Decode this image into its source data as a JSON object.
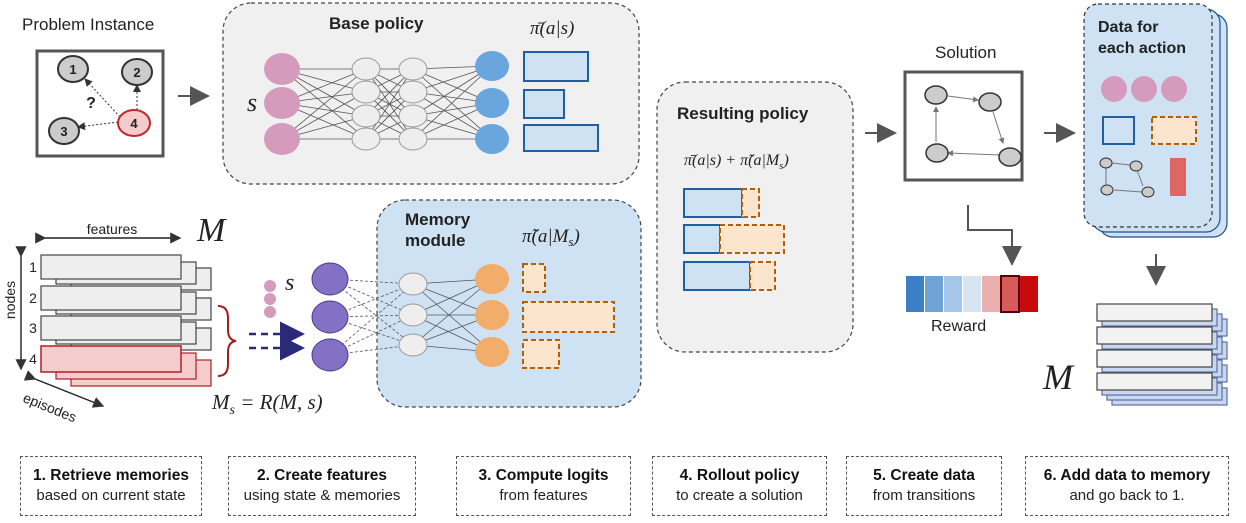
{
  "problem": {
    "title": "Problem Instance",
    "question": "?",
    "nodes": [
      "1",
      "2",
      "3",
      "4"
    ]
  },
  "base_policy": {
    "title": "Base policy",
    "state": "s",
    "formula": "π̄(a|s)"
  },
  "memory_module": {
    "title_line1": "Memory",
    "title_line2": "module",
    "formula": "π̃(a|M",
    "formula_sub": "s",
    "formula_end": ")",
    "state": "s"
  },
  "resulting_policy": {
    "title": "Resulting policy",
    "formula": "π̄(a|s) + π̃(a|M",
    "formula_sub": "s",
    "formula_end": ")"
  },
  "solution": {
    "title": "Solution"
  },
  "reward": {
    "label": "Reward",
    "colors": [
      "#3d7fc4",
      "#6fa3d6",
      "#a5c6e8",
      "#d7e5f3",
      "#eab0b0",
      "#d85b5b",
      "#c80a0a"
    ]
  },
  "data_action": {
    "title_line1": "Data for",
    "title_line2": "each action"
  },
  "memory": {
    "symbol": "M",
    "features": "features",
    "nodes_axis": "nodes",
    "episodes_axis": "episodes",
    "row_numbers": [
      "1",
      "2",
      "3",
      "4"
    ],
    "retrieval_lhs": "M",
    "retrieval_sub": "s",
    "retrieval_rhs": " = R(M, s)"
  },
  "memory_out": {
    "symbol": "M"
  },
  "steps": [
    {
      "title": "1. Retrieve memories",
      "sub": "based on current state"
    },
    {
      "title": "2. Create features",
      "sub": "using state & memories"
    },
    {
      "title": "3. Compute logits",
      "sub": "from features"
    },
    {
      "title": "4. Rollout policy",
      "sub": "to create a solution"
    },
    {
      "title": "5. Create data",
      "sub": "from transitions"
    },
    {
      "title": "6. Add data to memory",
      "sub": "and go back to 1."
    }
  ],
  "colors": {
    "pink": "#d59bbd",
    "grey_node": "#e6e6e6",
    "blue_node": "#6aa6de",
    "orange": "#f3ad6a",
    "purple": "#8470c4",
    "blue_panel": "#cfe2f3",
    "grey_panel": "#f0f0f0",
    "red_row": "#f4cccc"
  }
}
